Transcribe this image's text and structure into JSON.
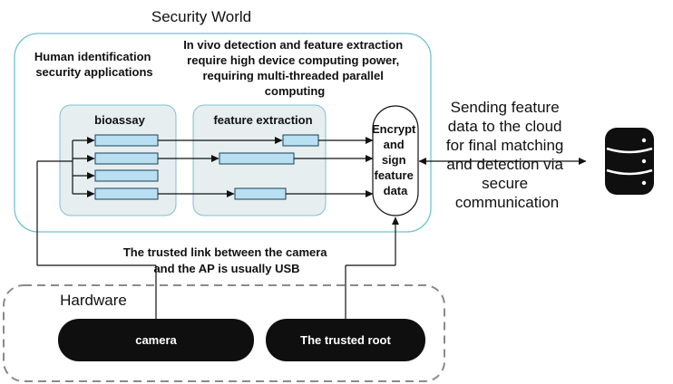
{
  "colors": {
    "security_border": "#6fc3cf",
    "panel_fill": "#e6eef0",
    "panel_border": "#7fc1cc",
    "module_fill": "#b8e0f2",
    "module_border": "#1a3f55",
    "line": "#111111",
    "pill_fill": "#0f0f0f",
    "hardware_border": "#8a8a8a",
    "database_fill": "#0f0f0f"
  },
  "security_world": {
    "title": "Security World",
    "app_label": [
      "Human identification",
      "security applications"
    ],
    "requirement_note": [
      "In vivo detection and feature extraction",
      "require high device computing power,",
      "requiring multi-threaded parallel",
      "computing"
    ],
    "bioassay": {
      "label": "bioassay"
    },
    "feature_extraction": {
      "label": "feature extraction"
    },
    "encrypt": {
      "label": [
        "Encrypt",
        "and",
        "sign",
        "feature",
        "data"
      ]
    }
  },
  "cloud_note": [
    "Sending feature",
    "data to the cloud",
    "for final matching",
    "and detection via",
    "secure",
    "communication"
  ],
  "database": {
    "icon": "database-icon"
  },
  "trusted_link_note": [
    "The trusted link between the camera",
    "and the AP is usually USB"
  ],
  "hardware": {
    "title": "Hardware",
    "camera": "camera",
    "trusted_root": "The trusted root"
  }
}
